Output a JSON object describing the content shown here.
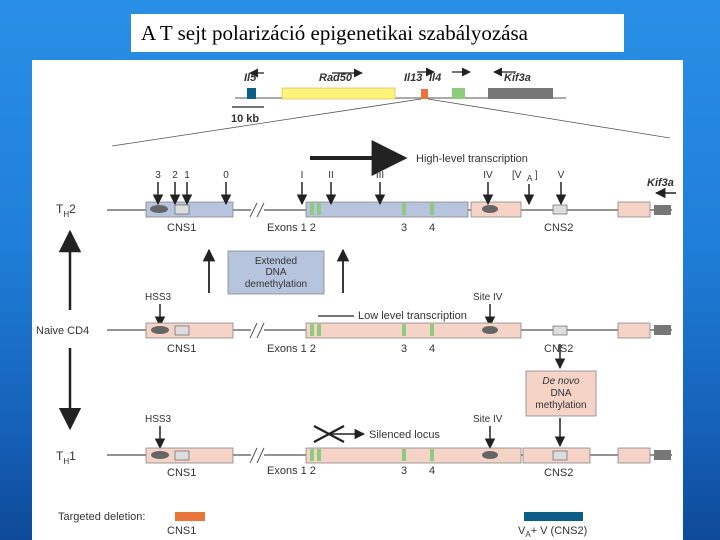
{
  "title": "A T sejt polarizáció epigenetikai szabályozása",
  "overview": {
    "genes": [
      "Il5",
      "Rad50",
      "Il13",
      "Il4",
      "Kif3a"
    ],
    "scale": "10 kb"
  },
  "rows": {
    "th2": "T",
    "th2_sub": "H",
    "th2_num": "2",
    "naive": "Naive CD4",
    "th1": "T",
    "th1_sub": "H",
    "th1_num": "1"
  },
  "sites_top": [
    "3",
    "2",
    "1",
    "0",
    "I",
    "II",
    "III",
    "IV",
    "[V",
    "A",
    "]",
    "V"
  ],
  "labels": {
    "high_transcription": "High-level transcription",
    "low_transcription": "Low level transcription",
    "silenced": "Silenced locus",
    "extended_line1": "Extended",
    "extended_line2": "DNA",
    "extended_line3": "demethylation",
    "denovo_line1": "De novo",
    "denovo_line2": "DNA",
    "denovo_line3": "methylation",
    "cns1": "CNS1",
    "cns2": "CNS2",
    "exons": "Exons 1 2",
    "exon3": "3",
    "exon4": "4",
    "hss3": "HSS3",
    "site_iv": "Site IV",
    "kif3a": "Kif3a",
    "targeted_deletion": "Targeted deletion:",
    "legend_cns1": "CNS1",
    "legend_va_v": "V",
    "legend_va_sub": "A",
    "legend_va_plus": "+ V (CNS2)"
  },
  "colors": {
    "pink": "#f5d3c6",
    "blue_box": "#b7c4de",
    "yellow": "#fff27a",
    "orange": "#e9743a",
    "green": "#8fcb7f",
    "gray": "#777777",
    "teal": "#0b5f86"
  }
}
